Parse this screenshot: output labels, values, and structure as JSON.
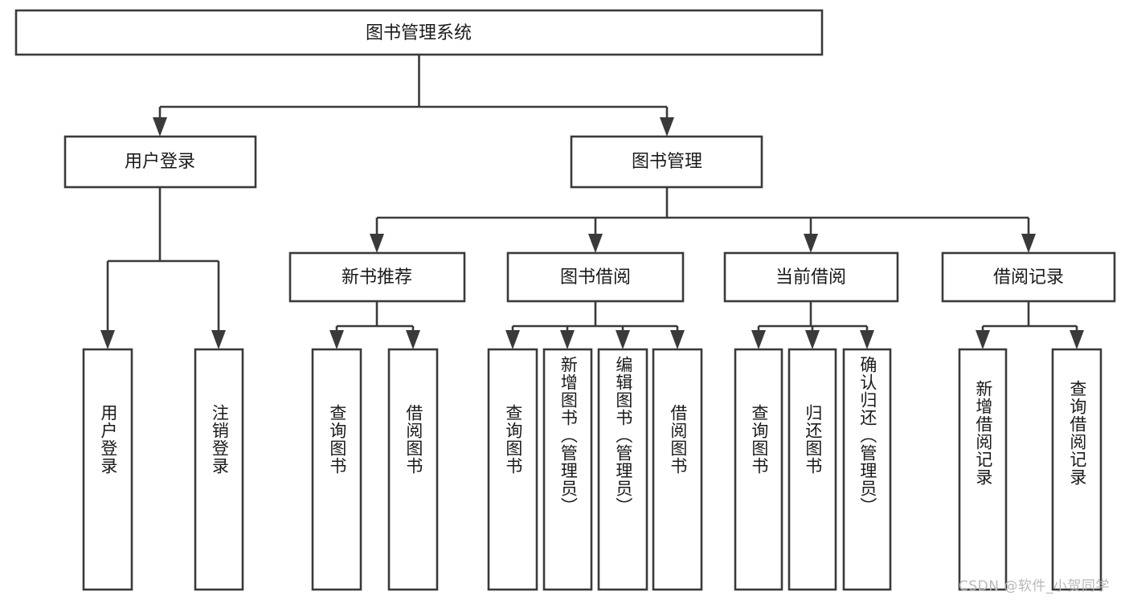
{
  "diagram": {
    "title_node": {
      "id": "root",
      "label": "图书管理系统"
    },
    "level2": [
      {
        "id": "user-login",
        "label": "用户登录"
      },
      {
        "id": "book-manage",
        "label": "图书管理"
      }
    ],
    "level3": [
      {
        "id": "new-book-recommend",
        "label": "新书推荐"
      },
      {
        "id": "book-borrow",
        "label": "图书借阅"
      },
      {
        "id": "current-borrow",
        "label": "当前借阅"
      },
      {
        "id": "borrow-record",
        "label": "借阅记录"
      }
    ],
    "leaves": [
      {
        "id": "leaf-user-login",
        "label": "用户登录",
        "parent": "user-login"
      },
      {
        "id": "leaf-logout-login",
        "label": "注销登录",
        "parent": "user-login"
      },
      {
        "id": "leaf-query-book-1",
        "label": "查询图书",
        "parent": "new-book-recommend"
      },
      {
        "id": "leaf-borrow-book-1",
        "label": "借阅图书",
        "parent": "new-book-recommend"
      },
      {
        "id": "leaf-query-book-2",
        "label": "查询图书",
        "parent": "book-borrow"
      },
      {
        "id": "leaf-add-book",
        "label": "新增图书（管理员）",
        "parent": "book-borrow"
      },
      {
        "id": "leaf-edit-book",
        "label": "编辑图书（管理员）",
        "parent": "book-borrow"
      },
      {
        "id": "leaf-borrow-book-2",
        "label": "借阅图书",
        "parent": "book-borrow"
      },
      {
        "id": "leaf-query-book-3",
        "label": "查询图书",
        "parent": "current-borrow"
      },
      {
        "id": "leaf-return-book",
        "label": "归还图书",
        "parent": "current-borrow"
      },
      {
        "id": "leaf-confirm-return",
        "label": "确认归还（管理员）",
        "parent": "current-borrow"
      },
      {
        "id": "leaf-add-record",
        "label": "新增借阅记录",
        "parent": "borrow-record"
      },
      {
        "id": "leaf-query-record",
        "label": "查询借阅记录",
        "parent": "borrow-record"
      }
    ]
  },
  "watermark": {
    "text": "CSDN @软件_小贺同学"
  },
  "colors": {
    "stroke": "#3a3a3a",
    "text": "#1a1a1a",
    "background": "#ffffff",
    "watermark": "#b9b9b9"
  }
}
